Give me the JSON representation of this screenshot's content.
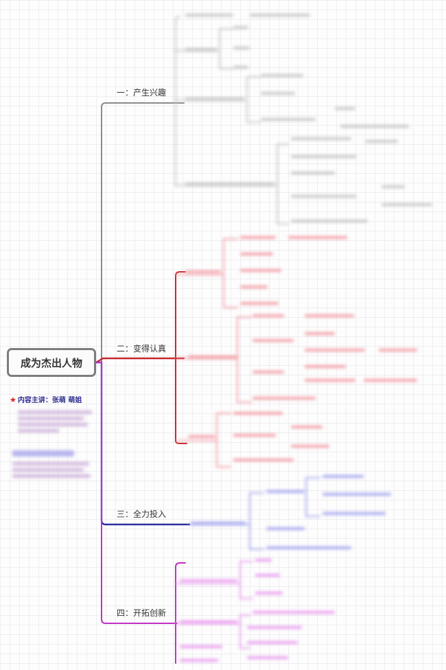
{
  "root": {
    "label": "成为杰出人物"
  },
  "host": {
    "label": "内容主讲：张萌 萌姐",
    "color": "#2b2d8e",
    "star_color": "#e02020"
  },
  "branches": [
    {
      "label": "一：产生兴趣",
      "color": "#8a8a8a"
    },
    {
      "label": "二：变得认真",
      "color": "#c8262b"
    },
    {
      "label": "三：全力投入",
      "color": "#2d2fa0"
    },
    {
      "label": "四：开拓创新",
      "color": "#c12fc4"
    }
  ],
  "blur_colors": {
    "gray": "#c8c8c8",
    "red": "#f3a0a8",
    "blue": "#a9aaf0",
    "purple": "#ea9ef0",
    "note": "#d2b8de"
  }
}
